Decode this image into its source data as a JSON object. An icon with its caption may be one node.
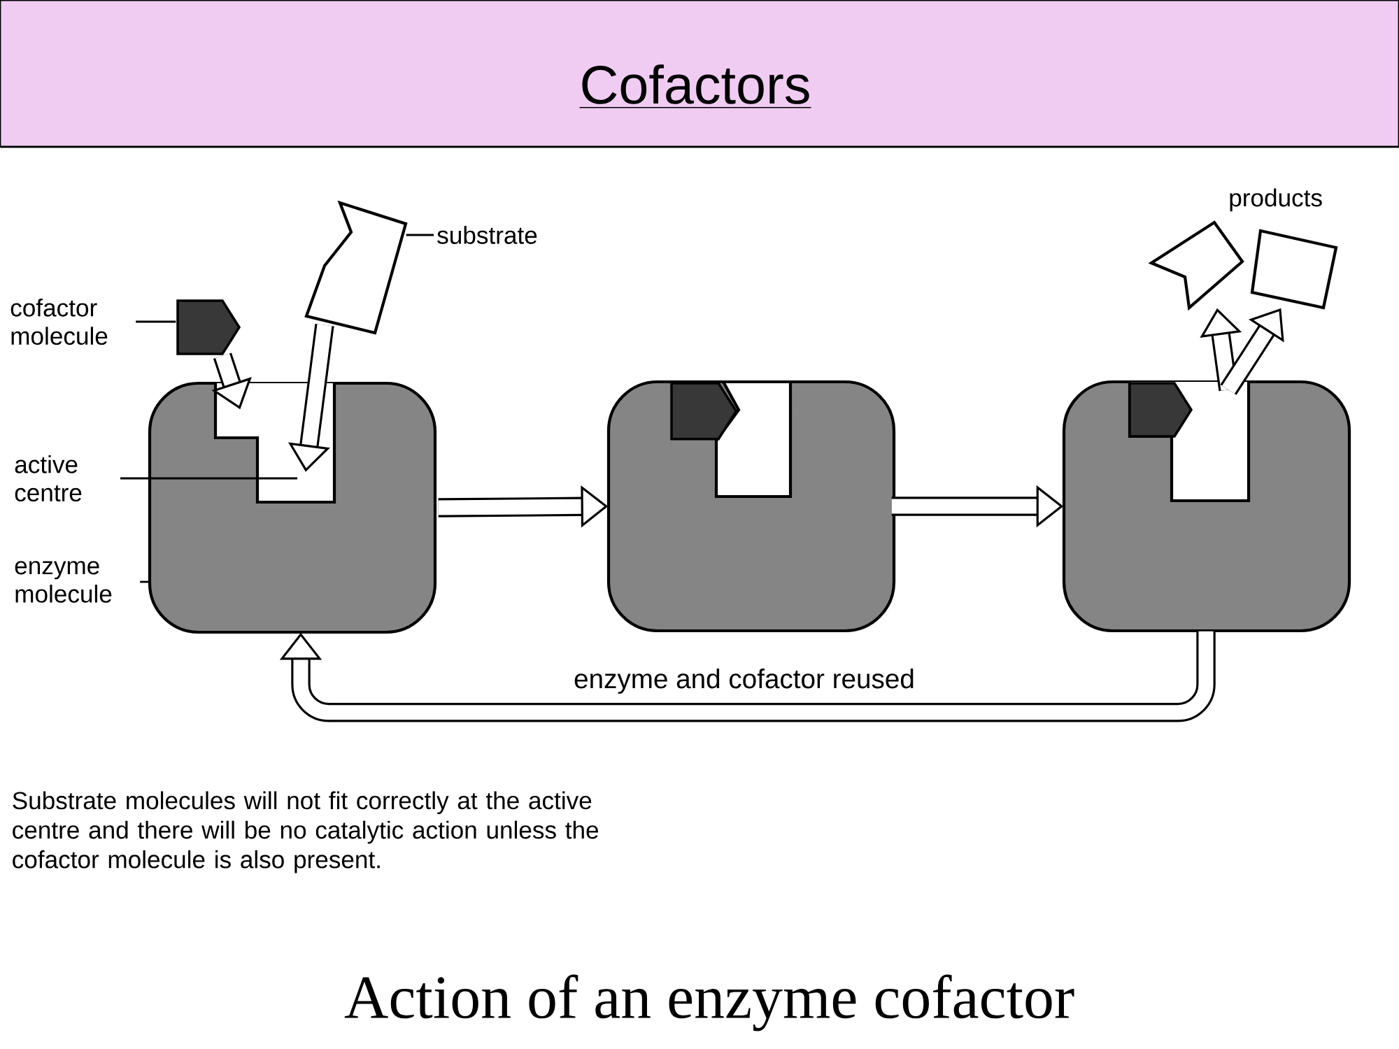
{
  "diagram": {
    "title": "Cofactors",
    "caption": "Action of an enzyme cofactor",
    "nodes": [
      {
        "text": [
          "cofactor molecule"
        ]
      },
      {
        "text": [],
        "shape": "pentagon"
      },
      {
        "text": [
          "substrate"
        ]
      },
      {
        "text": [],
        "shape": "polygon"
      },
      {
        "text": [
          "active centre"
        ]
      },
      {
        "text": [
          "enzyme molecule"
        ]
      },
      {
        "text": [],
        "shape": "box"
      },
      {
        "text": [],
        "shape": "box",
        "in": 6
      },
      {
        "text": [],
        "shape": "box"
      },
      {
        "text": [],
        "shape": "box"
      },
      {
        "text": [
          "products"
        ]
      },
      {
        "text": [],
        "shape": "polygon"
      },
      {
        "text": [],
        "shape": "box"
      }
    ],
    "edges": [
      {
        "from": 0,
        "to": 1,
        "arrow": "none"
      },
      {
        "from": 2,
        "to": 3,
        "arrow": "none"
      },
      {
        "from": 4,
        "to": 7,
        "arrow": "none"
      },
      {
        "from": 5,
        "to": 6,
        "arrow": "none"
      },
      {
        "from": 1,
        "to": 7,
        "arrow": "to"
      },
      {
        "from": 3,
        "to": 7,
        "arrow": "to"
      },
      {
        "from": 6,
        "to": 8,
        "arrow": "to"
      },
      {
        "from": 8,
        "to": 9,
        "arrow": "to"
      },
      {
        "from": 9,
        "to": 11,
        "arrow": "to"
      },
      {
        "from": 9,
        "to": 12,
        "arrow": "to"
      },
      {
        "from": 9,
        "to": 6,
        "arrow": "to",
        "label": "enzyme and cofactor reused"
      }
    ],
    "labels": [
      "Substrate molecules will not fit correctly at the active centre and there will be no catalytic action unless the cofactor molecule is also present."
    ]
  }
}
